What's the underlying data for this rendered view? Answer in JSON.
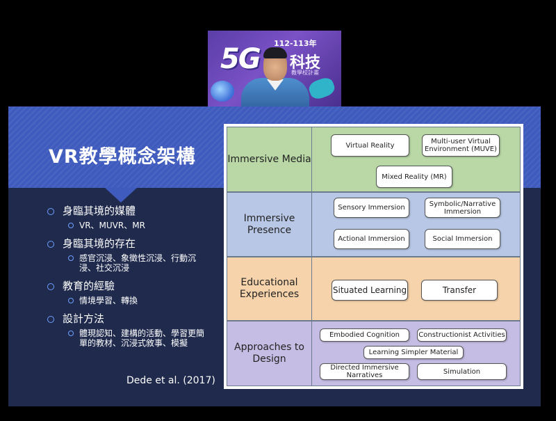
{
  "webcam": {
    "banner_5g": "5G",
    "banner_years": "112-113年",
    "banner_title": "科技",
    "banner_sub": "教學校計畫"
  },
  "slide": {
    "title": "VR教學概念架構",
    "bullets": [
      {
        "text": "身臨其境的媒體",
        "sub": "VR、MUVR、MR"
      },
      {
        "text": "身臨其境的存在",
        "sub": "感官沉浸、象徵性沉浸、行動沉浸、社交沉浸"
      },
      {
        "text": "教育的經驗",
        "sub": "情境學習、轉換"
      },
      {
        "text": "設計方法",
        "sub": "體現認知、建構的活動、學習更簡單的教材、沉浸式敘事、模擬"
      }
    ],
    "citation": "Dede et al. (2017)"
  },
  "diagram": {
    "rows": [
      {
        "label": "Immersive Media",
        "color": "#b9d8a6",
        "boxes": [
          "Virtual Reality",
          "Multi-user Virtual Environment (MUVE)",
          "Mixed Reality (MR)"
        ]
      },
      {
        "label": "Immersive Presence",
        "color": "#b8c7e6",
        "boxes": [
          "Sensory Immersion",
          "Symbolic/Narrative Immersion",
          "Actional Immersion",
          "Social Immersion"
        ]
      },
      {
        "label": "Educational Experiences",
        "color": "#f6d3ab",
        "boxes": [
          "Situated Learning",
          "Transfer"
        ]
      },
      {
        "label": "Approaches to Design",
        "color": "#c5bde3",
        "boxes": [
          "Embodied Cognition",
          "Constructionist Activities",
          "Learning Simpler Material",
          "Directed Immersive Narratives",
          "Simulation"
        ]
      }
    ]
  }
}
